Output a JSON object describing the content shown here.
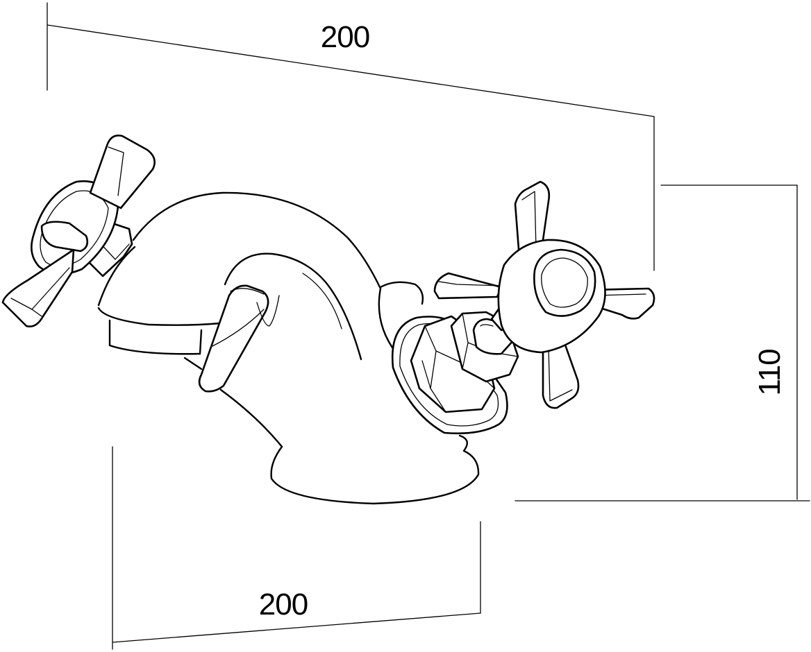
{
  "dimensions": {
    "top_width": "200",
    "bottom_depth": "200",
    "height": "110"
  },
  "colors": {
    "line": "#000000",
    "background": "#ffffff"
  }
}
